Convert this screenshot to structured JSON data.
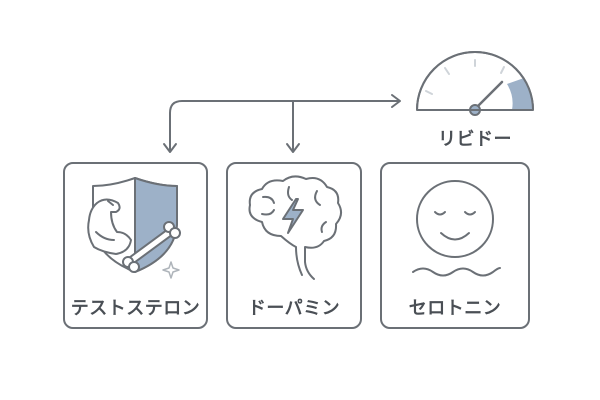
{
  "gauge": {
    "label": "リビドー",
    "level": 0.85
  },
  "boxes": [
    {
      "label": "テストステロン",
      "icon": "muscle-shield-icon"
    },
    {
      "label": "ドーパミン",
      "icon": "brain-lightning-icon"
    },
    {
      "label": "セロトニン",
      "icon": "calm-face-icon"
    }
  ],
  "colors": {
    "stroke": "#6b7076",
    "accent": "#9db1c8",
    "text": "#4a4f55",
    "background": "#ffffff"
  }
}
